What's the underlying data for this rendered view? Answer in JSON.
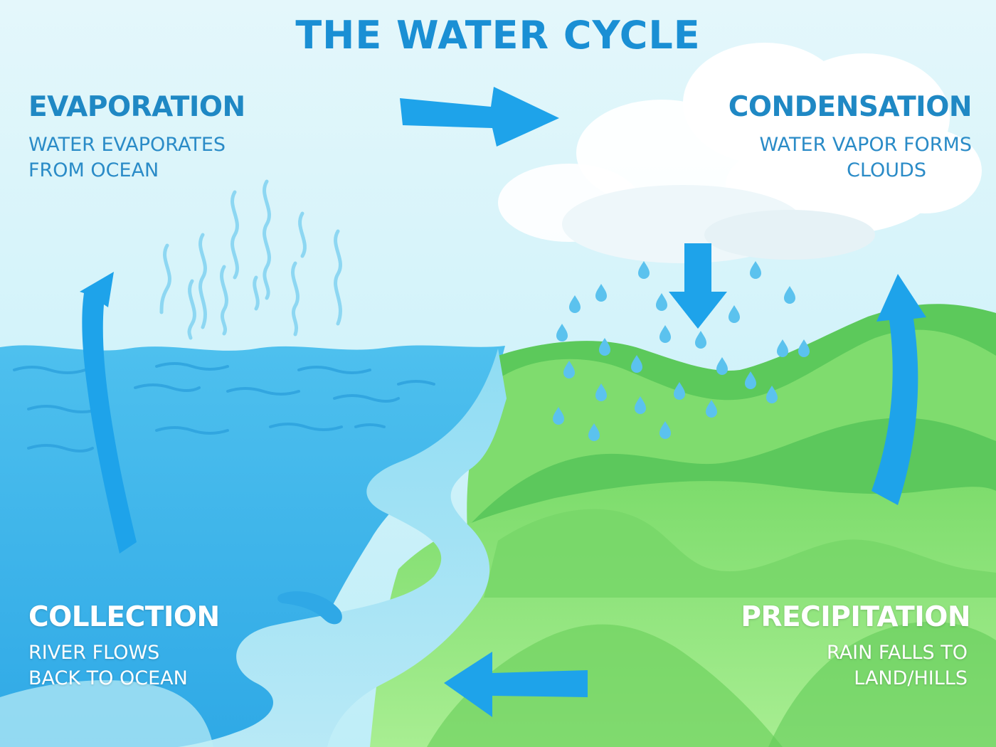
{
  "title": "THE WATER CYCLE",
  "stages": {
    "evaporation": {
      "heading": "EVAPORATION",
      "line1": "WATER EVAPORATES",
      "line2": "FROM OCEAN"
    },
    "condensation": {
      "heading": "CONDENSATION",
      "line1": "WATER VAPOR FORMS",
      "line2": "CLOUDS"
    },
    "collection": {
      "heading": "COLLECTION",
      "line1": "RIVER FLOWS",
      "line2": "BACK TO OCEAN"
    },
    "precipitation": {
      "heading": "PRECIPITATION",
      "line1": "RAIN FALLS TO",
      "line2": "LAND/HILLS"
    }
  },
  "colors": {
    "title": "#1a8fd4",
    "label_dark": "#1f88c4",
    "label_light": "#ffffff",
    "arrow": "#1ea3ea",
    "sky": "#e6f7fb",
    "ocean": "#4fc1ef",
    "river": "#a6e3f4",
    "land_light": "#9ae88a",
    "land_dark": "#5ccb5a",
    "rain": "#5bc2ee",
    "vapor": "#8fd8f2",
    "cloud": "#ffffff"
  },
  "icons": [
    "cycle-arrow-icon",
    "raindrop-icon",
    "cloud-icon",
    "vapor-wave-icon"
  ]
}
